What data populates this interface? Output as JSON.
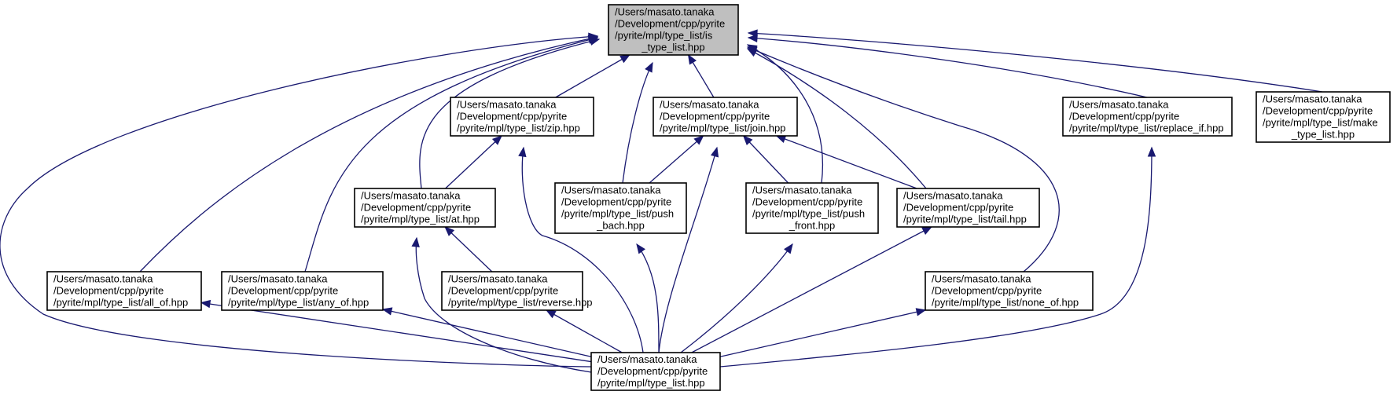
{
  "graph": {
    "colors": {
      "edge": "#191970",
      "highlight": "#bfbfbf",
      "node_fill": "#ffffff",
      "border": "#000000"
    },
    "nodes": [
      {
        "id": "is_type_list",
        "highlight": true,
        "lines": [
          "/Users/masato.tanaka",
          "/Development/cpp/pyrite",
          "/pyrite/mpl/type_list/is",
          "_type_list.hpp"
        ]
      },
      {
        "id": "zip",
        "lines": [
          "/Users/masato.tanaka",
          "/Development/cpp/pyrite",
          "/pyrite/mpl/type_list/zip.hpp"
        ]
      },
      {
        "id": "join",
        "lines": [
          "/Users/masato.tanaka",
          "/Development/cpp/pyrite",
          "/pyrite/mpl/type_list/join.hpp"
        ]
      },
      {
        "id": "replace_if",
        "lines": [
          "/Users/masato.tanaka",
          "/Development/cpp/pyrite",
          "/pyrite/mpl/type_list/replace_if.hpp"
        ]
      },
      {
        "id": "make_type_list",
        "lines": [
          "/Users/masato.tanaka",
          "/Development/cpp/pyrite",
          "/pyrite/mpl/type_list/make",
          "_type_list.hpp"
        ]
      },
      {
        "id": "at",
        "lines": [
          "/Users/masato.tanaka",
          "/Development/cpp/pyrite",
          "/pyrite/mpl/type_list/at.hpp"
        ]
      },
      {
        "id": "push_bach",
        "lines": [
          "/Users/masato.tanaka",
          "/Development/cpp/pyrite",
          "/pyrite/mpl/type_list/push",
          "_bach.hpp"
        ]
      },
      {
        "id": "push_front",
        "lines": [
          "/Users/masato.tanaka",
          "/Development/cpp/pyrite",
          "/pyrite/mpl/type_list/push",
          "_front.hpp"
        ]
      },
      {
        "id": "tail",
        "lines": [
          "/Users/masato.tanaka",
          "/Development/cpp/pyrite",
          "/pyrite/mpl/type_list/tail.hpp"
        ]
      },
      {
        "id": "all_of",
        "lines": [
          "/Users/masato.tanaka",
          "/Development/cpp/pyrite",
          "/pyrite/mpl/type_list/all_of.hpp"
        ]
      },
      {
        "id": "any_of",
        "lines": [
          "/Users/masato.tanaka",
          "/Development/cpp/pyrite",
          "/pyrite/mpl/type_list/any_of.hpp"
        ]
      },
      {
        "id": "reverse",
        "lines": [
          "/Users/masato.tanaka",
          "/Development/cpp/pyrite",
          "/pyrite/mpl/type_list/reverse.hpp"
        ]
      },
      {
        "id": "none_of",
        "lines": [
          "/Users/masato.tanaka",
          "/Development/cpp/pyrite",
          "/pyrite/mpl/type_list/none_of.hpp"
        ]
      },
      {
        "id": "type_list",
        "lines": [
          "/Users/masato.tanaka",
          "/Development/cpp/pyrite",
          "/pyrite/mpl/type_list.hpp"
        ]
      }
    ],
    "edges": [
      {
        "from": "zip",
        "to": "is_type_list"
      },
      {
        "from": "join",
        "to": "is_type_list"
      },
      {
        "from": "replace_if",
        "to": "is_type_list"
      },
      {
        "from": "make_type_list",
        "to": "is_type_list"
      },
      {
        "from": "at",
        "to": "is_type_list"
      },
      {
        "from": "push_bach",
        "to": "is_type_list"
      },
      {
        "from": "push_front",
        "to": "is_type_list"
      },
      {
        "from": "tail",
        "to": "is_type_list"
      },
      {
        "from": "all_of",
        "to": "is_type_list"
      },
      {
        "from": "any_of",
        "to": "is_type_list"
      },
      {
        "from": "none_of",
        "to": "is_type_list"
      },
      {
        "from": "type_list",
        "to": "is_type_list"
      },
      {
        "from": "at",
        "to": "zip"
      },
      {
        "from": "type_list",
        "to": "zip"
      },
      {
        "from": "push_bach",
        "to": "join"
      },
      {
        "from": "push_front",
        "to": "join"
      },
      {
        "from": "tail",
        "to": "join"
      },
      {
        "from": "type_list",
        "to": "join"
      },
      {
        "from": "type_list",
        "to": "replace_if"
      },
      {
        "from": "reverse",
        "to": "at"
      },
      {
        "from": "type_list",
        "to": "at"
      },
      {
        "from": "type_list",
        "to": "push_bach"
      },
      {
        "from": "type_list",
        "to": "push_front"
      },
      {
        "from": "type_list",
        "to": "tail"
      },
      {
        "from": "type_list",
        "to": "all_of"
      },
      {
        "from": "type_list",
        "to": "any_of"
      },
      {
        "from": "type_list",
        "to": "reverse"
      },
      {
        "from": "type_list",
        "to": "none_of"
      }
    ]
  }
}
